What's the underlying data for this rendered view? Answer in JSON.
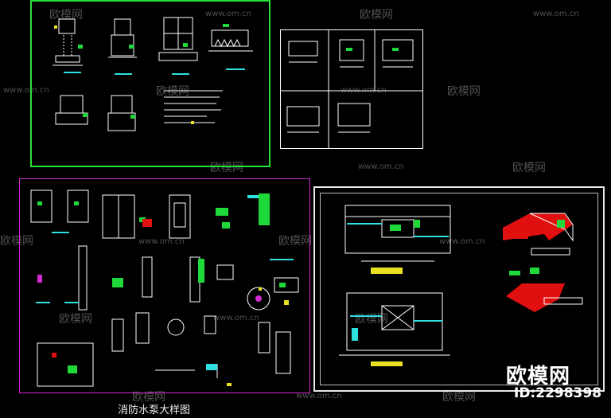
{
  "caption": "消防水泵大样图",
  "watermark": {
    "brand": "欧模网",
    "url": "www.om.cn"
  },
  "badge": {
    "brand": "欧模网",
    "id": "ID:2298398"
  },
  "colors": {
    "sheet1_frame": "#27e03a",
    "sheet3_frame": "#d42ad4",
    "sheet4_frame": "#e8e8e8",
    "highlight_red": "#e01010",
    "detail_cyan": "#2ee0e0",
    "detail_green": "#1fd83a",
    "detail_yellow": "#e8e020"
  }
}
